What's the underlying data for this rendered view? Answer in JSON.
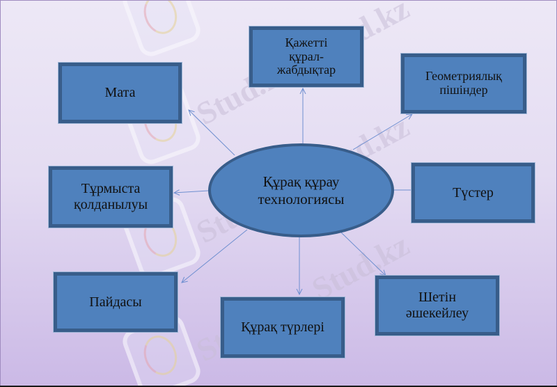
{
  "diagram": {
    "center": {
      "label": "Құрақ құрау\nтехнологиясы"
    },
    "nodes": [
      {
        "id": "kazhetti",
        "label": "Қажетті\nқұрал-\nжабдықтар"
      },
      {
        "id": "geometry",
        "label": "Геометриялық\nпішіндер"
      },
      {
        "id": "mata",
        "label": "Мата"
      },
      {
        "id": "turmysta",
        "label": "Тұрмыста\nқолданылуы"
      },
      {
        "id": "tuster",
        "label": "Түстер"
      },
      {
        "id": "paidasy",
        "label": "Пайдасы"
      },
      {
        "id": "shetin",
        "label": "Шетін\nәшекейлеу"
      },
      {
        "id": "kurak-turleri",
        "label": "Құрақ түрлері"
      }
    ],
    "colors": {
      "box_fill": "#4f81bd",
      "box_border": "#385d8a",
      "connector": "#6f8fd0",
      "background_top": "#ede8f6",
      "background_bottom": "#cbb9e6"
    }
  },
  "watermark": {
    "text": "Stud.kz - Stud.kz"
  }
}
